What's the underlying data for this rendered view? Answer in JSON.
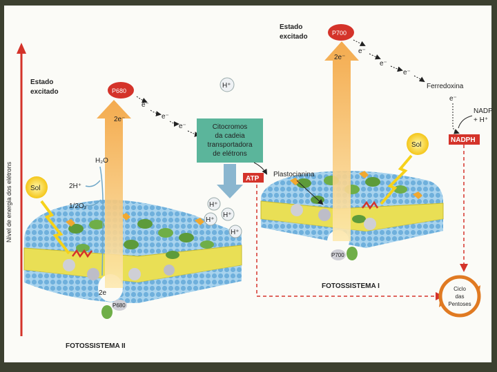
{
  "axis": {
    "label": "Nível de energia dos elétrons"
  },
  "ps2": {
    "excited_label": [
      "Estado",
      "excitado"
    ],
    "p680_top": "P680",
    "p680_bottom": "P680",
    "two_e": "2e⁻",
    "e_bottom": "2e",
    "water": "H₂O",
    "protons": "2H⁺",
    "oxygen": "1/2O₂",
    "sun": "Sol",
    "title": "FOTOSSISTEMA II",
    "electrons": [
      "e⁻",
      "e⁻",
      "e⁻"
    ]
  },
  "cytochrome": {
    "lines": [
      "Citocromos",
      "da cadeia",
      "transportadora",
      "de elétrons"
    ],
    "h_top": "H⁺",
    "h_cluster": [
      "H⁺",
      "H⁺",
      "H⁺",
      "H⁺"
    ]
  },
  "atp": "ATP",
  "plastocyanin": "Plastocianina",
  "ps1": {
    "excited_label": [
      "Estado",
      "excitado"
    ],
    "p700_top": "P700",
    "p700_bottom": "P700",
    "two_e": "2e⁻",
    "electrons": [
      "e⁻",
      "e⁻",
      "e⁻"
    ],
    "ferredoxin": "Ferredoxina",
    "e_after_ferredoxin": "e⁻",
    "nadp": [
      "NADP",
      "+ H⁺"
    ],
    "nadph": "NADPH",
    "sun": "Sol",
    "title": "FOTOSSISTEMA I"
  },
  "pentose_cycle": [
    "Ciclo",
    "das",
    "Pentoses"
  ],
  "colors": {
    "red": "#d4332a",
    "membrane_yellow": "#e9df55",
    "lipid_blue": "#7fb8de",
    "protein_green": "#5d9b3a",
    "cytochrome_box": "#5bb59b"
  }
}
